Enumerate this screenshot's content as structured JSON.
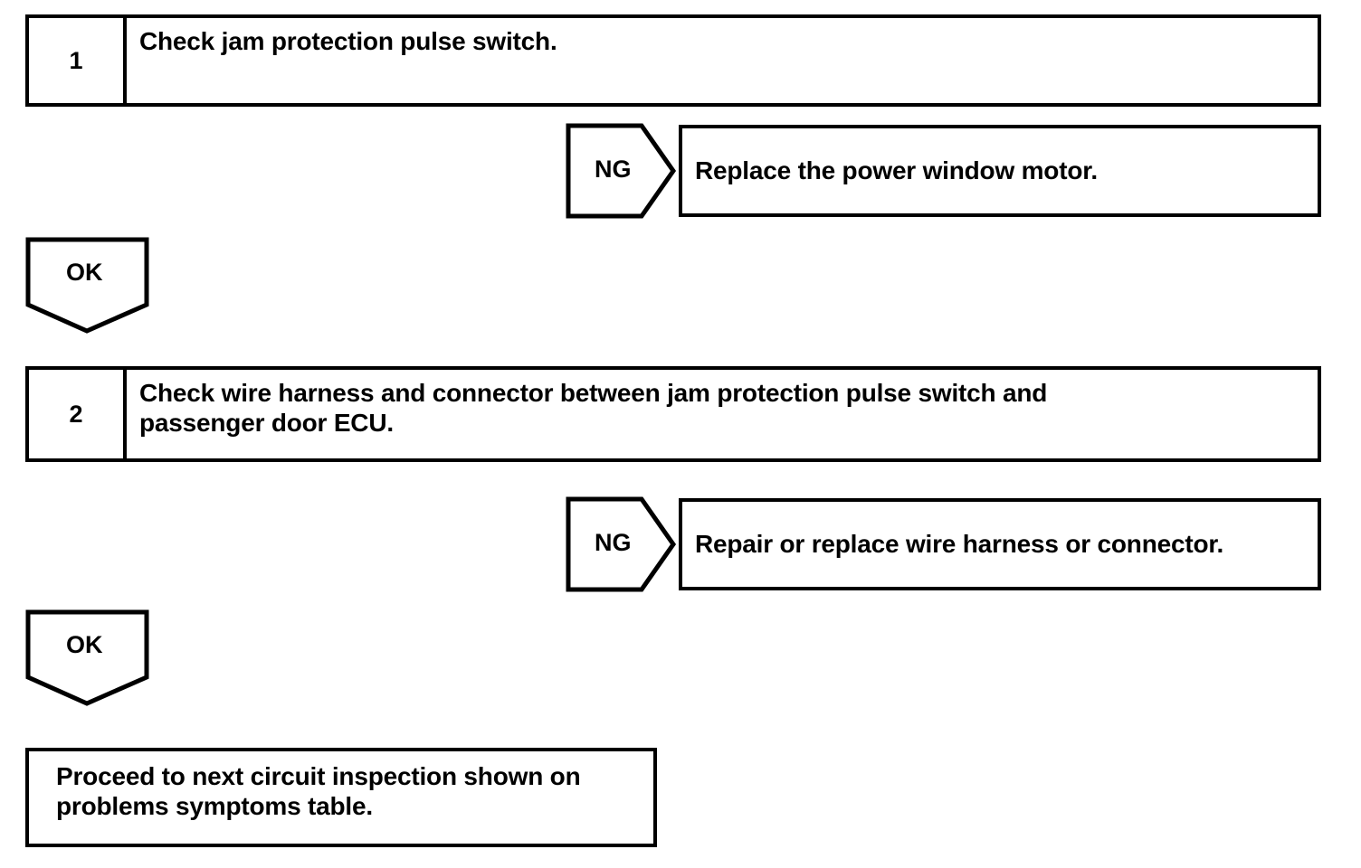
{
  "diagram": {
    "type": "troubleshooting-flowchart",
    "colors": {
      "line": "#000000",
      "background": "#ffffff",
      "text": "#000000"
    },
    "steps": [
      {
        "number": "1",
        "text": "Check jam protection pulse switch."
      },
      {
        "number": "2",
        "line1": "Check wire harness and connector between jam protection pulse switch and",
        "line2": "passenger door ECU."
      }
    ],
    "branches": [
      {
        "label": "NG",
        "direction": "right",
        "result": "Replace the power window motor."
      },
      {
        "label": "OK",
        "direction": "down"
      },
      {
        "label": "NG",
        "direction": "right",
        "result": "Repair or replace wire harness or connector."
      },
      {
        "label": "OK",
        "direction": "down"
      }
    ],
    "terminal": {
      "line1": "Proceed to next circuit inspection shown on",
      "line2": "problems symptoms table."
    }
  }
}
